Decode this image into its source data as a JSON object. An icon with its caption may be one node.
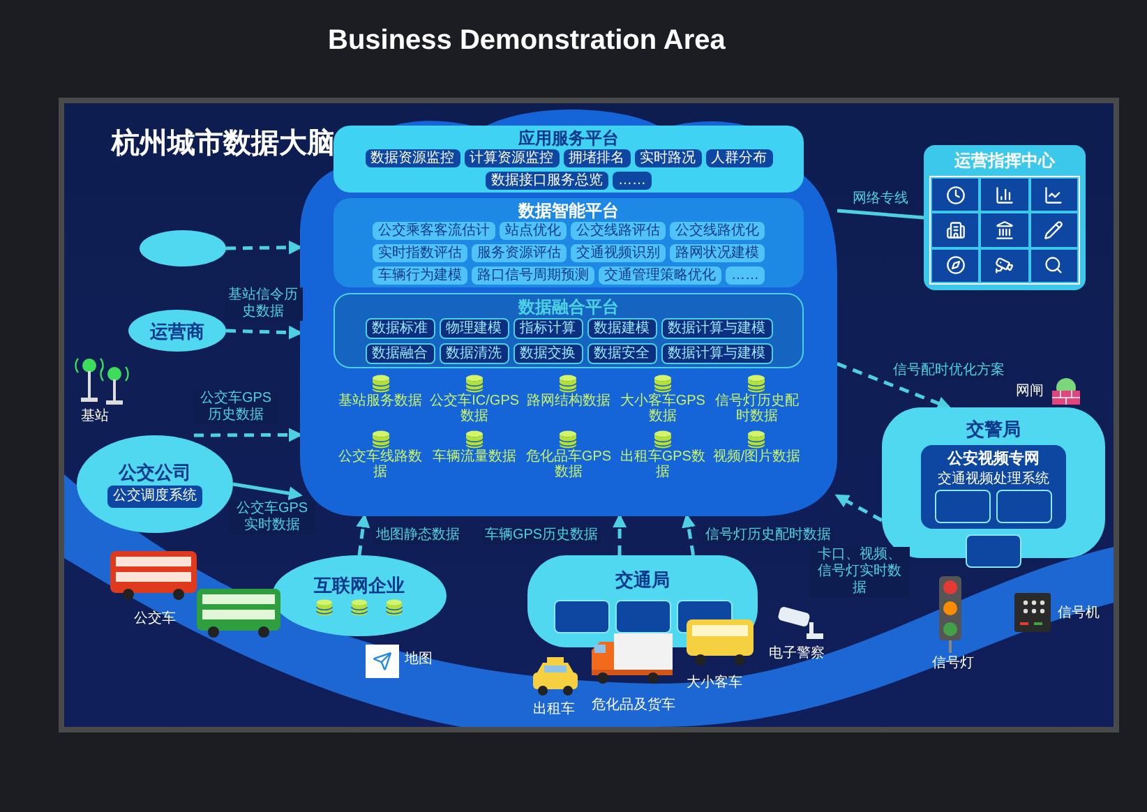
{
  "diagram": {
    "title": "杭州城市数据大脑",
    "nodes": [
      {
        "text": [],
        "shape": "cloud"
      },
      {
        "text": [
          "应用服务平台"
        ],
        "in": 0
      },
      {
        "text": [
          "数据资源监控"
        ],
        "in": 1
      },
      {
        "text": [
          "计算资源监控"
        ],
        "in": 1
      },
      {
        "text": [
          "拥堵排名"
        ],
        "in": 1
      },
      {
        "text": [
          "实时路况"
        ],
        "in": 1
      },
      {
        "text": [
          "人群分布"
        ],
        "in": 1
      },
      {
        "text": [
          "数据接口服务总览"
        ],
        "in": 1
      },
      {
        "text": [
          "……"
        ],
        "in": 1
      },
      {
        "text": [
          "数据智能平台"
        ],
        "in": 0
      },
      {
        "text": [
          "公交乘客客流估计"
        ],
        "in": 9
      },
      {
        "text": [
          "站点优化"
        ],
        "in": 9
      },
      {
        "text": [
          "公交线路评估"
        ],
        "in": 9
      },
      {
        "text": [
          "公交线路优化"
        ],
        "in": 9
      },
      {
        "text": [
          "实时指数评估"
        ],
        "in": 9
      },
      {
        "text": [
          "服务资源评估"
        ],
        "in": 9
      },
      {
        "text": [
          "交通视频识别"
        ],
        "in": 9
      },
      {
        "text": [
          "路网状况建模"
        ],
        "in": 9
      },
      {
        "text": [
          "车辆行为建模"
        ],
        "in": 9
      },
      {
        "text": [
          "路口信号周期预测"
        ],
        "in": 9
      },
      {
        "text": [
          "交通管理策略优化"
        ],
        "in": 9
      },
      {
        "text": [
          "……"
        ],
        "in": 9
      },
      {
        "text": [
          "数据融合平台"
        ],
        "in": 0
      },
      {
        "text": [
          "数据标准"
        ],
        "in": 22
      },
      {
        "text": [
          "物理建模"
        ],
        "in": 22
      },
      {
        "text": [
          "指标计算"
        ],
        "in": 22
      },
      {
        "text": [
          "数据建模"
        ],
        "in": 22
      },
      {
        "text": [
          "数据计算与建模"
        ],
        "in": 22
      },
      {
        "text": [
          "数据融合"
        ],
        "in": 22
      },
      {
        "text": [
          "数据清洗"
        ],
        "in": 22
      },
      {
        "text": [
          "数据交换"
        ],
        "in": 22
      },
      {
        "text": [
          "数据安全"
        ],
        "in": 22
      },
      {
        "text": [
          "数据计算与建模"
        ],
        "in": 22
      },
      {
        "text": [
          "基站服务数据"
        ],
        "in": 0
      },
      {
        "text": [
          "公交车IC/GPS数据"
        ],
        "in": 0
      },
      {
        "text": [
          "路网结构数据"
        ],
        "in": 0
      },
      {
        "text": [
          "大小客车GPS数据"
        ],
        "in": 0
      },
      {
        "text": [
          "信号灯历史配时数据"
        ],
        "in": 0
      },
      {
        "text": [
          "公交车线路数据"
        ],
        "in": 0
      },
      {
        "text": [
          "车辆流量数据"
        ],
        "in": 0
      },
      {
        "text": [
          "危化品车GPS数据"
        ],
        "in": 0
      },
      {
        "text": [
          "出租车GPS数据"
        ],
        "in": 0
      },
      {
        "text": [
          "视频/图片数据"
        ],
        "in": 0
      },
      {
        "text": [],
        "shape": "ellipse"
      },
      {
        "text": [
          "运营商"
        ]
      },
      {
        "text": [
          "公交公司"
        ]
      },
      {
        "text": [
          "公交调度系统"
        ],
        "in": 45
      },
      {
        "text": [
          "互联网企业"
        ]
      },
      {
        "text": [
          "交通局"
        ]
      },
      {
        "text": [],
        "shape": "box",
        "in": 48
      },
      {
        "text": [],
        "shape": "box",
        "in": 48
      },
      {
        "text": [],
        "shape": "box",
        "in": 48
      },
      {
        "text": [
          "交警局"
        ]
      },
      {
        "text": [
          "公安视频专网",
          "交通视频处理系统"
        ],
        "in": 52
      },
      {
        "text": [],
        "shape": "box",
        "in": 53
      },
      {
        "text": [],
        "shape": "box",
        "in": 53
      },
      {
        "text": [],
        "shape": "box",
        "in": 52
      },
      {
        "text": [
          "运营指挥中心"
        ]
      }
    ],
    "edges": [
      {
        "from": 43,
        "to": 0,
        "arrow": "to",
        "style": "dashed"
      },
      {
        "from": 44,
        "to": 0,
        "arrow": "to",
        "style": "dashed",
        "label": "基站信令历史数据"
      },
      {
        "from": 45,
        "to": 0,
        "arrow": "to",
        "style": "dashed",
        "label": "公交车GPS历史数据"
      },
      {
        "from": 45,
        "to": 0,
        "arrow": "to",
        "label": "公交车GPS实时数据"
      },
      {
        "from": 47,
        "to": 0,
        "arrow": "to",
        "style": "dashed",
        "label": "地图静态数据"
      },
      {
        "from": 48,
        "to": 0,
        "arrow": "to",
        "style": "dashed",
        "label": "车辆GPS历史数据"
      },
      {
        "from": 48,
        "to": 0,
        "arrow": "to",
        "style": "dashed",
        "label": "信号灯历史配时数据"
      },
      {
        "from": 0,
        "to": 57,
        "arrow": "none",
        "label": "网络专线"
      },
      {
        "from": 0,
        "to": 52,
        "arrow": "to",
        "style": "dashed",
        "label": "信号配时优化方案"
      },
      {
        "from": 52,
        "to": 0,
        "arrow": "to",
        "style": "dashed",
        "label": "卡口、视频、信号灯实时数据"
      }
    ],
    "labels": [
      "Business Demonstration Area",
      "基站",
      "网闸",
      "公交车",
      "地图",
      "出租车",
      "危化品及货车",
      "大小客车",
      "电子警察",
      "信号灯",
      "信号机"
    ]
  }
}
